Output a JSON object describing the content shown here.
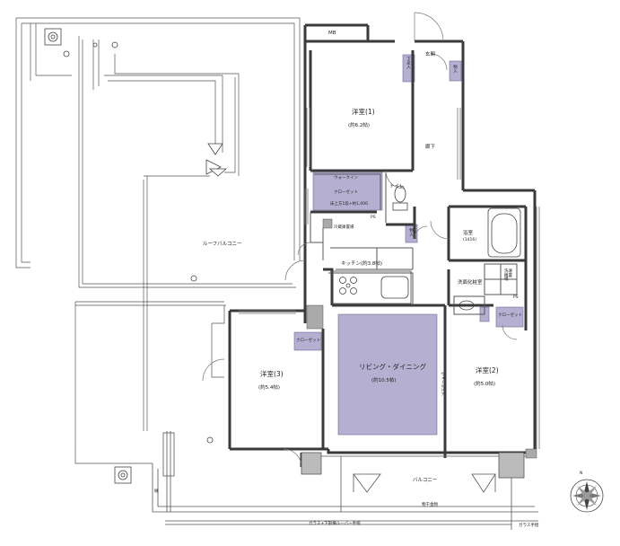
{
  "labels": {
    "mb": "MB",
    "entrance": "玄関",
    "shoe_cabinet": "下足入",
    "storage": "物入",
    "storage2": "物入",
    "bedroom1_name": "洋室(1)",
    "bedroom1_size": "(約6.2帖)",
    "hallway": "廊下",
    "walkin_1": "ウォークイン",
    "walkin_2": "クローゼット",
    "walkin_note": "床上方1段+約1,000",
    "toilet": "トイレ",
    "ps": "PS",
    "ps2": "PS",
    "fridge": "冷蔵庫置場",
    "kitchen": "キッチン(約3.8帖)",
    "roof_balcony": "ルーフバルコニー",
    "bathroom_name": "浴室",
    "bathroom_size": "(1416)",
    "washroom": "洗面化粧室",
    "washer": "洗濯機置場",
    "closet_left": "クローゼット",
    "closet_right": "クローゼット",
    "bedroom3_name": "洋室(3)",
    "bedroom3_size": "(約5.4帖)",
    "living_name": "リビング・ダイニング",
    "living_size": "(約10.5帖)",
    "bedroom2_name": "洋室(2)",
    "bedroom2_size": "(約5.0帖)",
    "wall_door": "ウォールドア",
    "balcony": "バルコニー",
    "laundry_hardware": "物干金物",
    "bottom_note": "ガラス+下部横ルーバー手摺",
    "glass_railing": "ガラス手摺",
    "gutter": "樋",
    "compass_n": "N"
  },
  "colors": {
    "wall": "#3a3a3a",
    "line": "#555555",
    "accent": "#b5afd2",
    "accent_border": "#6f6a99"
  }
}
